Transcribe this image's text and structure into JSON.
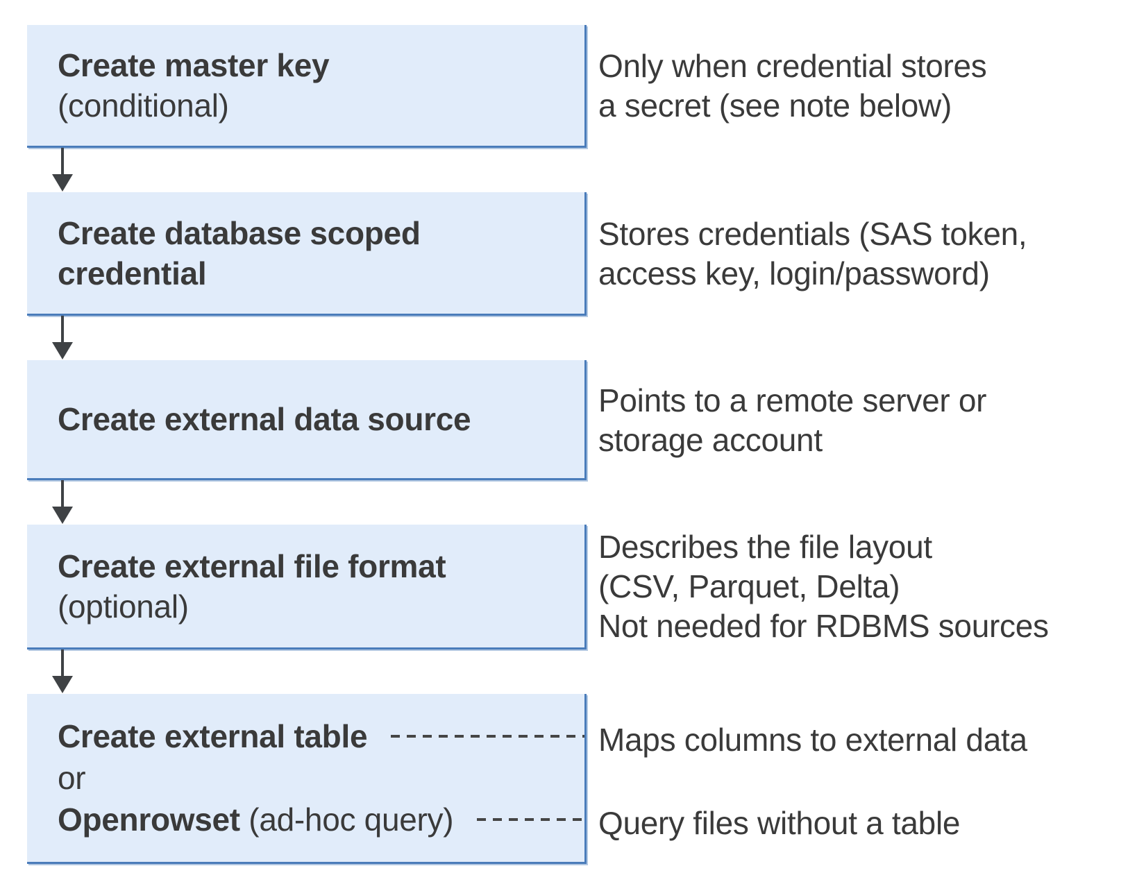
{
  "flow": {
    "boxes": [
      {
        "lines": [
          {
            "b": "Create master key",
            "r": ""
          },
          {
            "b": "",
            "r": "(conditional)"
          }
        ],
        "note": [
          "Only when credential stores",
          "a secret (see note below)"
        ]
      },
      {
        "lines": [
          {
            "b": "Create database scoped",
            "r": ""
          },
          {
            "b": "credential",
            "r": ""
          }
        ],
        "note": [
          "Stores credentials (SAS token,",
          "access key, login/password)"
        ]
      },
      {
        "lines": [
          {
            "b": "Create external data source",
            "r": ""
          }
        ],
        "note": [
          "Points to a remote server or",
          "storage account"
        ]
      },
      {
        "lines": [
          {
            "b": "Create external file format",
            "r": ""
          },
          {
            "b": "",
            "r": "(optional)"
          }
        ],
        "note": [
          "Describes the file layout",
          "(CSV, Parquet, Delta)",
          "Not needed for RDBMS sources"
        ]
      },
      {
        "lines": [
          {
            "b": "Create external table",
            "r": "",
            "note": "Maps columns to external data"
          },
          {
            "b": "",
            "r": "or"
          },
          {
            "b": "Openrowset",
            "r": " (ad-hoc query)",
            "note": "Query files without a table"
          }
        ]
      }
    ],
    "colors": {
      "box_fill": "#e1ecfa",
      "box_border": "#4a7cba",
      "box_shadow": "#b3c8e2",
      "text": "#3a3a3a",
      "arrow": "#3f4245",
      "dashed_connector": "#454545"
    }
  }
}
